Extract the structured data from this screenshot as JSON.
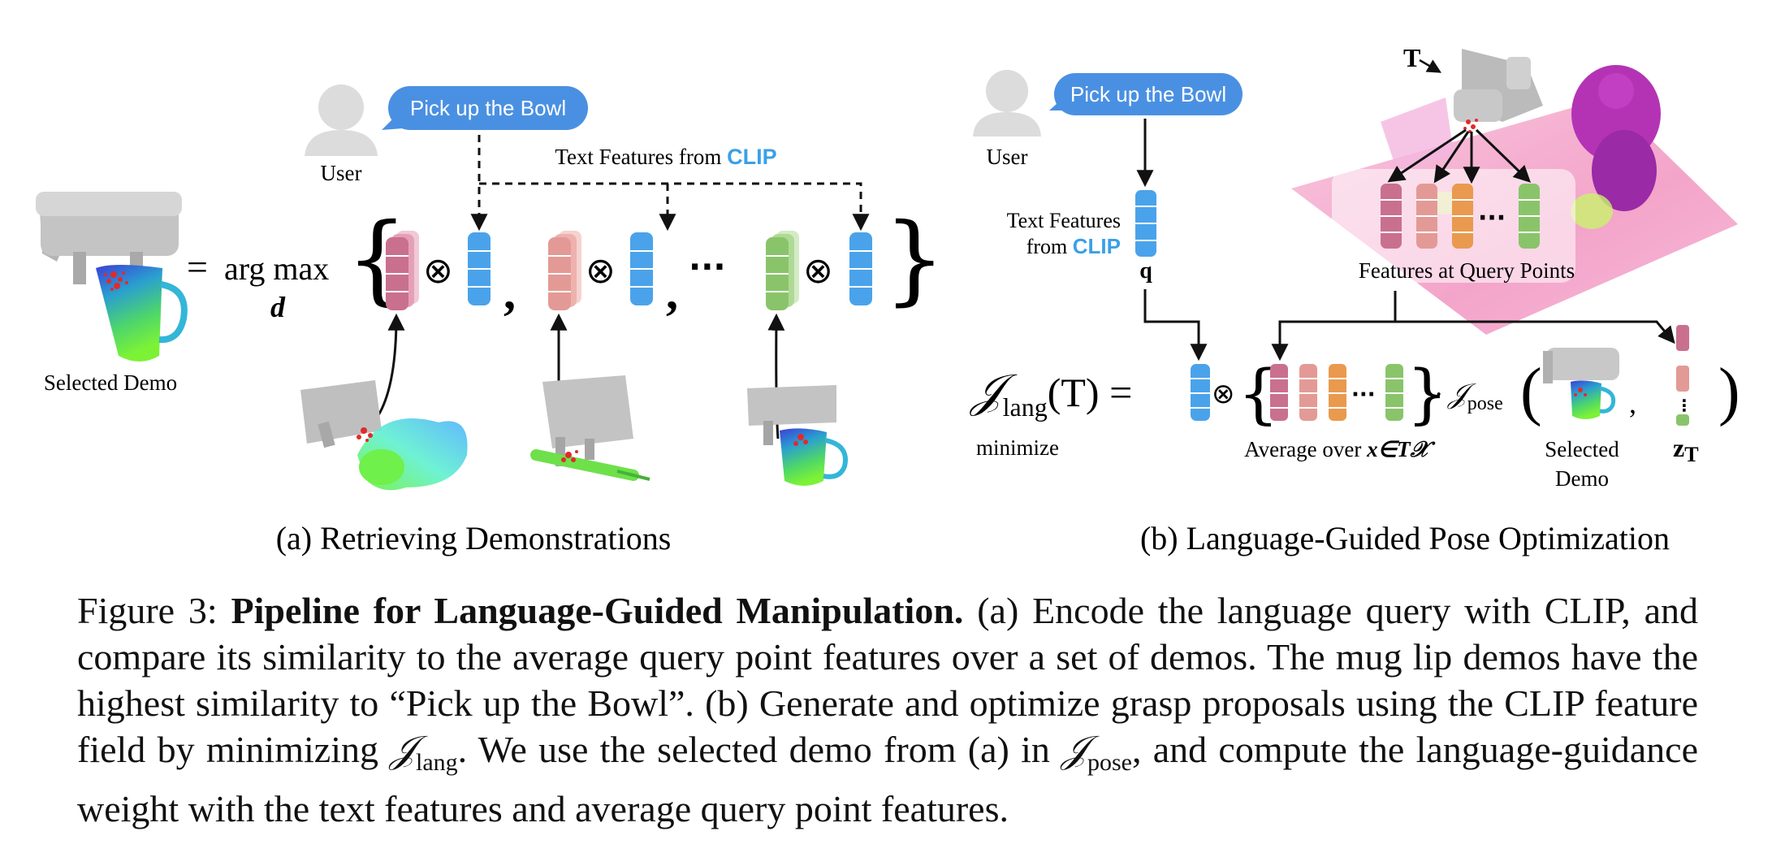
{
  "panel_a": {
    "user_label": "User",
    "bubble_text": "Pick up the Bowl",
    "text_features_prefix": "Text Features from ",
    "text_features_clip": "CLIP",
    "selected_demo_label": "Selected Demo",
    "argmax_eq": "=",
    "argmax_op": "arg max",
    "argmax_sub": "d",
    "ellipsis": "···",
    "subcaption": "(a) Retrieving Demonstrations"
  },
  "panel_b": {
    "user_label": "User",
    "bubble_text": "Pick up the Bowl",
    "text_features_line1": "Text Features",
    "text_features_line2_prefix": "from ",
    "text_features_clip": "CLIP",
    "q_label": "q",
    "T_label": "T",
    "features_at_query": "Features at Query Points",
    "J_symbol": "𝒥",
    "J_lang_sub": "lang",
    "J_arg": "(T) =",
    "minimize": "minimize",
    "average_over_prefix": "Average over ",
    "average_over_math": "x∈T𝒳",
    "pose_dot": "·",
    "J_pose_sub": "pose",
    "comma": ",",
    "selected_demo_line1": "Selected",
    "selected_demo_line2": "Demo",
    "zT_label": "z",
    "zT_sub": "T",
    "subcaption": "(b) Language-Guided Pose Optimization"
  },
  "caption": {
    "figure_label": "Figure 3:",
    "title": "Pipeline for Language-Guided Manipulation.",
    "text_1": " (a) Encode the language query with CLIP, and compare its similarity to the average query point features over a set of demos. The mug lip demos have the highest similarity to “Pick up the Bowl”. (b) Generate and optimize grasp proposals using the CLIP feature field by minimizing ",
    "j_symbol": "𝒥",
    "j_lang_sub": "lang",
    "text_2": ". We use the selected demo from (a) in ",
    "j_pose_sub": "pose",
    "text_3": ", and compute the language-guidance weight with the text features and average query point features."
  },
  "colors": {
    "clip_blue": "#4aa3ea",
    "bubble_blue": "#4a90e2",
    "pink": "#c9708e",
    "salmon": "#e39a96",
    "orange": "#e99a4e",
    "green": "#8ac46a",
    "gripper_gray": "#bdbdbd",
    "scene_pink": "#f2a7c7",
    "scene_purple": "#b433b5"
  }
}
